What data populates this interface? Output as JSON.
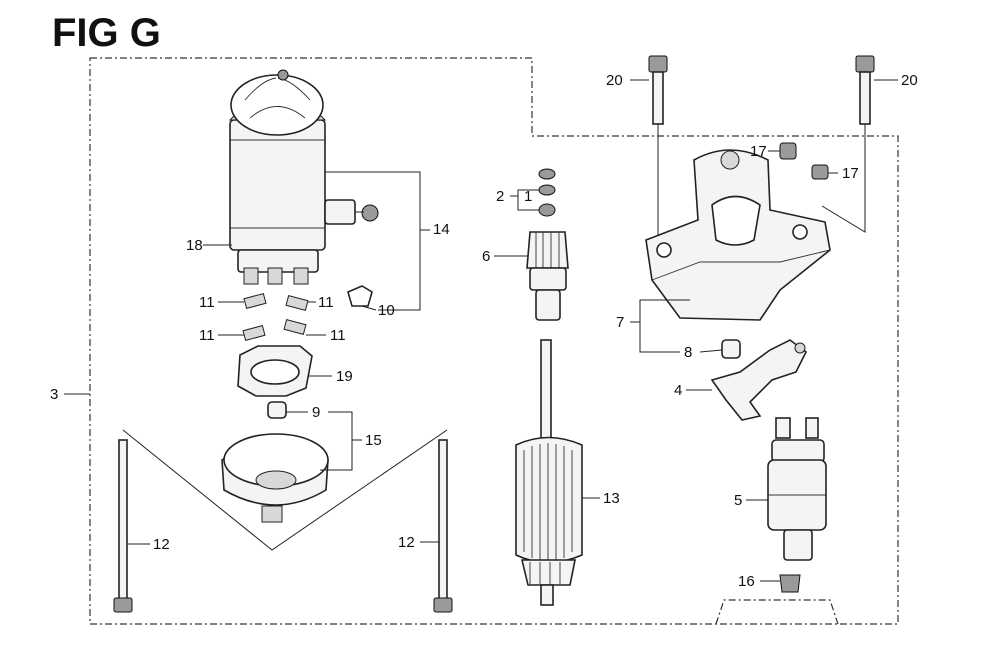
{
  "title": "FIG G",
  "callouts": {
    "c1": "1",
    "c2": "2",
    "c3": "3",
    "c4": "4",
    "c5": "5",
    "c6": "6",
    "c7": "7",
    "c8": "8",
    "c9": "9",
    "c10": "10",
    "c11a": "11",
    "c11b": "11",
    "c11c": "11",
    "c11d": "11",
    "c12a": "12",
    "c12b": "12",
    "c13": "13",
    "c14": "14",
    "c15": "15",
    "c16": "16",
    "c17a": "17",
    "c17b": "17",
    "c18": "18",
    "c19": "19",
    "c20a": "20",
    "c20b": "20"
  },
  "parts": {
    "motor_yoke": "motor-yoke",
    "pinion_gear": "pinion-gear",
    "armature": "armature",
    "front_cover": "front-cover",
    "solenoid": "solenoid-switch"
  }
}
